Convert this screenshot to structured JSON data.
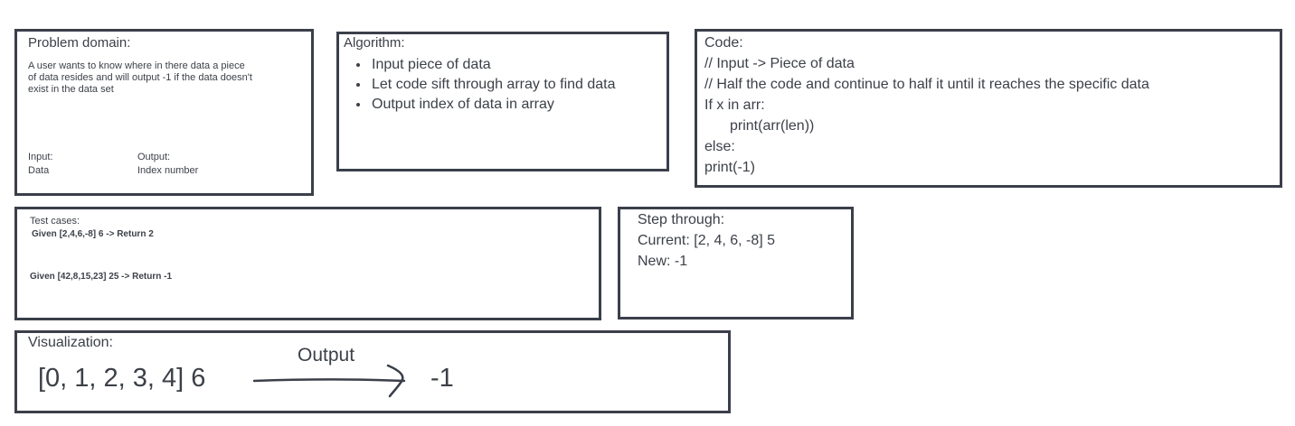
{
  "problem_domain": {
    "title": "Problem domain:",
    "description_lines": [
      "A user wants to know where in there data a piece",
      "of data resides and will output -1 if the data doesn't",
      "exist in the data set"
    ],
    "input_label": "Input:",
    "input_value": "Data",
    "output_label": "Output:",
    "output_value": "Index number"
  },
  "algorithm": {
    "title": "Algorithm:",
    "steps": [
      "Input piece of data",
      "Let code sift through array to find data",
      "Output index of data in array"
    ]
  },
  "code": {
    "title": "Code:",
    "lines": [
      "// Input ->  Piece of data",
      "// Half the code and continue to half it until it reaches the specific data",
      "If x in arr:",
      "print(arr(len))",
      "else:",
      "print(-1)"
    ]
  },
  "test_cases": {
    "title": "Test cases:",
    "cases": [
      "Given [2,4,6,-8] 6 -> Return  2",
      "Given [42,8,15,23] 25 -> Return -1"
    ]
  },
  "step_through": {
    "title": "Step through:",
    "current": "Current: [2, 4, 6, -8] 5",
    "new": "New: -1"
  },
  "visualization": {
    "title": "Visualization:",
    "input": "[0, 1, 2, 3, 4] 6",
    "arrow_label": "Output",
    "result": "-1"
  },
  "colors": {
    "border": "#3a3f4a",
    "text": "#3c4048"
  }
}
